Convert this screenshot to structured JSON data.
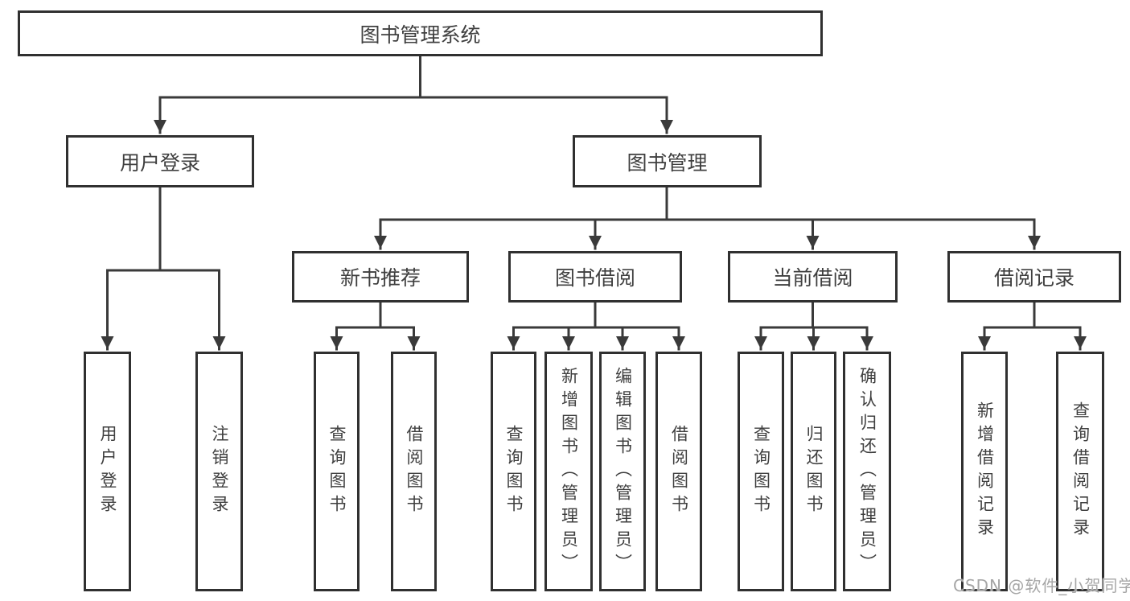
{
  "nodes": {
    "root": {
      "label": "图书管理系统"
    },
    "user_login": {
      "label": "用户登录"
    },
    "book_management": {
      "label": "图书管理"
    },
    "new_book_recommend": {
      "label": "新书推荐"
    },
    "book_borrowing": {
      "label": "图书借阅"
    },
    "current_borrowing": {
      "label": "当前借阅"
    },
    "borrowing_records": {
      "label": "借阅记录"
    },
    "leaves": {
      "user_login": {
        "label": "用户登录"
      },
      "logout": {
        "label": "注销登录"
      },
      "nb_query_books": {
        "label": "查询图书"
      },
      "nb_borrow_books": {
        "label": "借阅图书"
      },
      "bb_query_books": {
        "label": "查询图书"
      },
      "bb_add_books": {
        "label": "新增图书（管理员）"
      },
      "bb_edit_books": {
        "label": "编辑图书（管理员）"
      },
      "bb_borrow_books": {
        "label": "借阅图书"
      },
      "cb_query_books": {
        "label": "查询图书"
      },
      "cb_return_books": {
        "label": "归还图书"
      },
      "cb_confirm_return": {
        "label": "确认归还（管理员）"
      },
      "br_add_record": {
        "label": "新增借阅记录"
      },
      "br_query_record": {
        "label": "查询借阅记录"
      }
    }
  },
  "watermark": {
    "text": "CSDN @软件_小贺同学"
  },
  "colors": {
    "line": "#3a3a3a",
    "box_border": "#303030",
    "box_fill": "#ffffff",
    "text": "#3f3f3f",
    "background": "#ffffff",
    "watermark": "#a6a6a6"
  }
}
